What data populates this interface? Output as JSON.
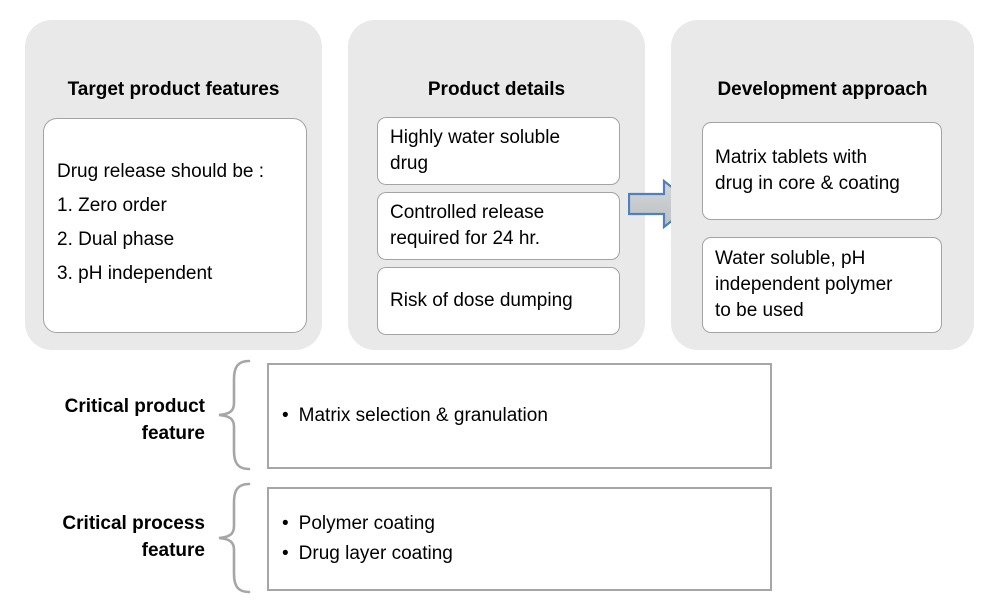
{
  "columns": [
    {
      "heading": "Target product features",
      "boxes": [
        {
          "lines": [
            "Drug release should be :",
            "1. Zero order",
            "2. Dual phase",
            "3. pH independent"
          ]
        }
      ]
    },
    {
      "heading": "Product details",
      "boxes": [
        {
          "lines": [
            "Highly water soluble",
            "drug"
          ]
        },
        {
          "lines": [
            "Controlled release",
            "required for 24 hr."
          ]
        },
        {
          "lines": [
            "Risk of dose dumping"
          ]
        }
      ]
    },
    {
      "heading": "Development approach",
      "boxes": [
        {
          "lines": [
            "Matrix tablets with",
            "drug in core & coating"
          ]
        },
        {
          "lines": [
            "Water soluble, pH",
            "independent polymer",
            "to be used"
          ]
        }
      ]
    }
  ],
  "bottom_rows": [
    {
      "label": "Critical product feature",
      "bullets": [
        "Matrix selection & granulation"
      ]
    },
    {
      "label": "Critical process feature",
      "bullets": [
        "Polymer coating",
        "Drug layer coating"
      ]
    }
  ],
  "icons": {
    "arrow": "right-block-arrow",
    "brace": "left-curly-brace"
  },
  "colors": {
    "column_background": "#e9e9e9",
    "inner_box_border": "#a3a3a3",
    "feature_box_border": "#a6a6a6",
    "arrow_fill": "#c9ccce",
    "arrow_border": "#4f81bd",
    "brace": "#a6a6a6",
    "text": "#000000"
  }
}
